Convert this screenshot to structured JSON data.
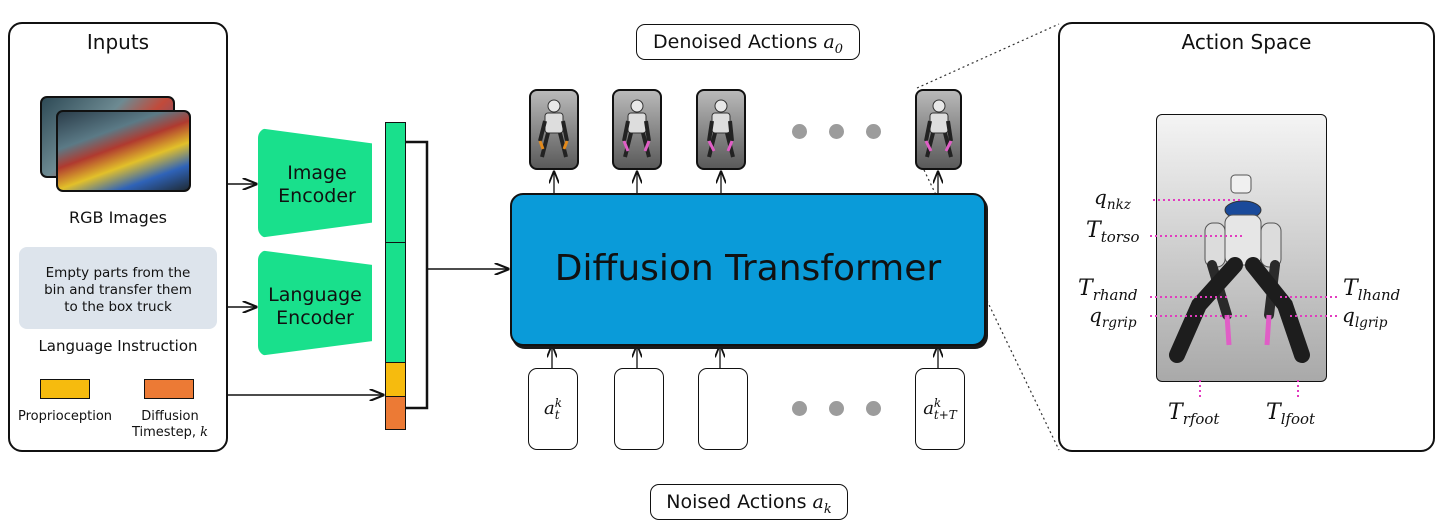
{
  "inputs_panel": {
    "title": "Inputs",
    "rgb_label": "RGB Images",
    "instruction_text": [
      "Empty parts from the",
      "bin and transfer them",
      "to the box truck"
    ],
    "instruction_label": "Language Instruction",
    "proprio_label": "Proprioception",
    "timestep_label": "Diffusion",
    "timestep_label2": "Timestep, ",
    "timestep_var": "k"
  },
  "encoders": {
    "image_line1": "Image",
    "image_line2": "Encoder",
    "language_line1": "Language",
    "language_line2": "Encoder"
  },
  "dit": {
    "label": "Diffusion Transformer"
  },
  "outputs": {
    "label": "Denoised Actions",
    "var": "a",
    "var_sub": "0"
  },
  "inputs_tokens": {
    "label": "Noised Actions",
    "var": "a",
    "var_sub": "k",
    "first_var": "a",
    "first_sup": "k",
    "first_sub": "t",
    "last_var": "a",
    "last_sup": "k",
    "last_sub": "t+T"
  },
  "action_space": {
    "title": "Action Space",
    "labels": {
      "nkz": {
        "base": "q",
        "sub": "nkz"
      },
      "torso": {
        "base": "T",
        "sub": "torso"
      },
      "rhand": {
        "base": "T",
        "sub": "rhand"
      },
      "lhand": {
        "base": "T",
        "sub": "lhand"
      },
      "rgrip": {
        "base": "q",
        "sub": "rgrip"
      },
      "lgrip": {
        "base": "q",
        "sub": "lgrip"
      },
      "rfoot": {
        "base": "T",
        "sub": "rfoot"
      },
      "lfoot": {
        "base": "T",
        "sub": "lfoot"
      }
    }
  },
  "colors": {
    "encoder_green": "#19e08c",
    "dit_blue": "#0a9bd9",
    "proprio_yellow": "#f6bb0e",
    "timestep_orange": "#ec7a35",
    "annotation_pink": "#e23bbf",
    "dot_gray": "#9c9c9c"
  }
}
